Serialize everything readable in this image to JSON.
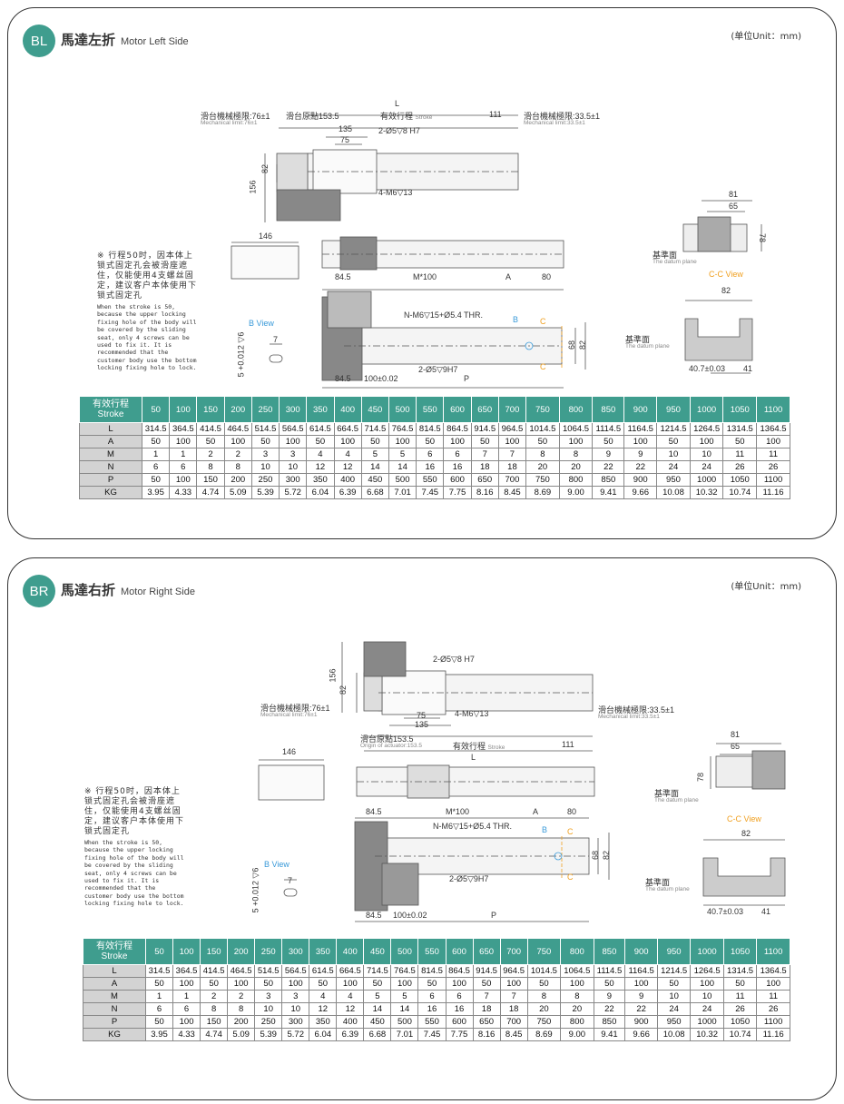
{
  "sections": [
    {
      "badge": "BL",
      "title_cn": "馬達左折",
      "title_en": "Motor Left Side",
      "unit": "(单位Unit：mm)",
      "note_cn": "※ 行程50时，因本体上锁式固定孔会被滑座遮住，仅能使用4支螺丝固定，建议客户本体使用下锁式固定孔",
      "note_en": "When the stroke is 50, because the upper locking fixing hole of the body will be covered by the sliding seat, only 4 screws can be used to fix it. It is recommended that the customer body use the bottom locking fixing hole to lock.",
      "labels": {
        "L": "L",
        "mech_left": "滑台機械極限:76±1",
        "mech_left_en": "Mechanical limit:76±1",
        "origin": "滑台原點153.5",
        "stroke": "有效行程",
        "stroke_en": "Stroke",
        "d111": "111",
        "mech_right": "滑台機械極限:33.5±1",
        "mech_right_en": "Mechanical limit:33.5±1",
        "d135": "135",
        "d75": "75",
        "pin": "2-Ø5▽8 H7",
        "d82": "82",
        "d156": "156",
        "m6": "4-M6▽13",
        "d146": "146",
        "d81": "81",
        "d65": "65",
        "d78": "78",
        "datum": "基準面",
        "datum_en": "The datum plane",
        "d84_5": "84.5",
        "m100": "M*100",
        "a": "A",
        "d80": "80",
        "cc_view": "C-C View",
        "d82b": "82",
        "nm6": "N-M6▽15+Ø5.4 THR.",
        "b": "B",
        "c": "C",
        "b_view": "B View",
        "d7": "7",
        "tol": "5 +0.012 ▽6",
        "d68": "68",
        "d82c": "82",
        "pin2": "2-Ø5▽9H7",
        "d40": "40.7±0.03",
        "d41": "41",
        "d84_5b": "84.5",
        "d100": "100±0.02",
        "p": "P"
      }
    },
    {
      "badge": "BR",
      "title_cn": "馬達右折",
      "title_en": "Motor Right Side",
      "unit": "(单位Unit：mm)",
      "note_cn": "※ 行程50时，因本体上锁式固定孔会被滑座遮住，仅能使用4支螺丝固定，建议客户本体使用下锁式固定孔",
      "note_en": "When the stroke is 50, because the upper locking fixing hole of the body will be covered by the sliding seat, only 4 screws can be used to fix it. It is recommended that the customer body use the bottom locking fixing hole to lock.",
      "labels": {
        "L": "L",
        "mech_left": "滑台機械極限:76±1",
        "mech_left_en": "Mechanical limit:76±1",
        "origin": "滑台原點153.5",
        "origin_en": "Origin of actuator:153.5",
        "stroke": "有效行程",
        "stroke_en": "Stroke",
        "d111": "111",
        "mech_right": "滑台機械極限:33.5±1",
        "mech_right_en": "Mechanical limit:33.5±1",
        "d135": "135",
        "d75": "75",
        "pin": "2-Ø5▽8 H7",
        "d82": "82",
        "d156": "156",
        "m6": "4-M6▽13",
        "d146": "146",
        "d81": "81",
        "d65": "65",
        "d78": "78",
        "datum": "基準面",
        "datum_en": "The datum plane",
        "d84_5": "84.5",
        "m100": "M*100",
        "a": "A",
        "d80": "80",
        "cc_view": "C-C View",
        "d82b": "82",
        "nm6": "N-M6▽15+Ø5.4 THR.",
        "b": "B",
        "c": "C",
        "b_view": "B View",
        "d7": "7",
        "tol": "5 +0.012 ▽6",
        "d68": "68",
        "d82c": "82",
        "pin2": "2-Ø5▽9H7",
        "d40": "40.7±0.03",
        "d41": "41",
        "d84_5b": "84.5",
        "d100": "100±0.02",
        "p": "P"
      }
    }
  ],
  "table": {
    "header_cn": "有效行程",
    "header_en": "Stroke",
    "strokes": [
      "50",
      "100",
      "150",
      "200",
      "250",
      "300",
      "350",
      "400",
      "450",
      "500",
      "550",
      "600",
      "650",
      "700",
      "750",
      "800",
      "850",
      "900",
      "950",
      "1000",
      "1050",
      "1100"
    ],
    "rows": [
      {
        "label": "L",
        "values": [
          "314.5",
          "364.5",
          "414.5",
          "464.5",
          "514.5",
          "564.5",
          "614.5",
          "664.5",
          "714.5",
          "764.5",
          "814.5",
          "864.5",
          "914.5",
          "964.5",
          "1014.5",
          "1064.5",
          "1114.5",
          "1164.5",
          "1214.5",
          "1264.5",
          "1314.5",
          "1364.5"
        ]
      },
      {
        "label": "A",
        "values": [
          "50",
          "100",
          "50",
          "100",
          "50",
          "100",
          "50",
          "100",
          "50",
          "100",
          "50",
          "100",
          "50",
          "100",
          "50",
          "100",
          "50",
          "100",
          "50",
          "100",
          "50",
          "100"
        ]
      },
      {
        "label": "M",
        "values": [
          "1",
          "1",
          "2",
          "2",
          "3",
          "3",
          "4",
          "4",
          "5",
          "5",
          "6",
          "6",
          "7",
          "7",
          "8",
          "8",
          "9",
          "9",
          "10",
          "10",
          "11",
          "11"
        ]
      },
      {
        "label": "N",
        "values": [
          "6",
          "6",
          "8",
          "8",
          "10",
          "10",
          "12",
          "12",
          "14",
          "14",
          "16",
          "16",
          "18",
          "18",
          "20",
          "20",
          "22",
          "22",
          "24",
          "24",
          "26",
          "26"
        ]
      },
      {
        "label": "P",
        "values": [
          "50",
          "100",
          "150",
          "200",
          "250",
          "300",
          "350",
          "400",
          "450",
          "500",
          "550",
          "600",
          "650",
          "700",
          "750",
          "800",
          "850",
          "900",
          "950",
          "1000",
          "1050",
          "1100"
        ]
      },
      {
        "label": "KG",
        "values": [
          "3.95",
          "4.33",
          "4.74",
          "5.09",
          "5.39",
          "5.72",
          "6.04",
          "6.39",
          "6.68",
          "7.01",
          "7.45",
          "7.75",
          "8.16",
          "8.45",
          "8.69",
          "9.00",
          "9.41",
          "9.66",
          "10.08",
          "10.32",
          "10.74",
          "11.16"
        ]
      }
    ]
  },
  "colors": {
    "accent": "#3f9d8e",
    "label_gray": "#d3d3d3",
    "blue": "#3a9ad9",
    "orange": "#f0a020"
  }
}
